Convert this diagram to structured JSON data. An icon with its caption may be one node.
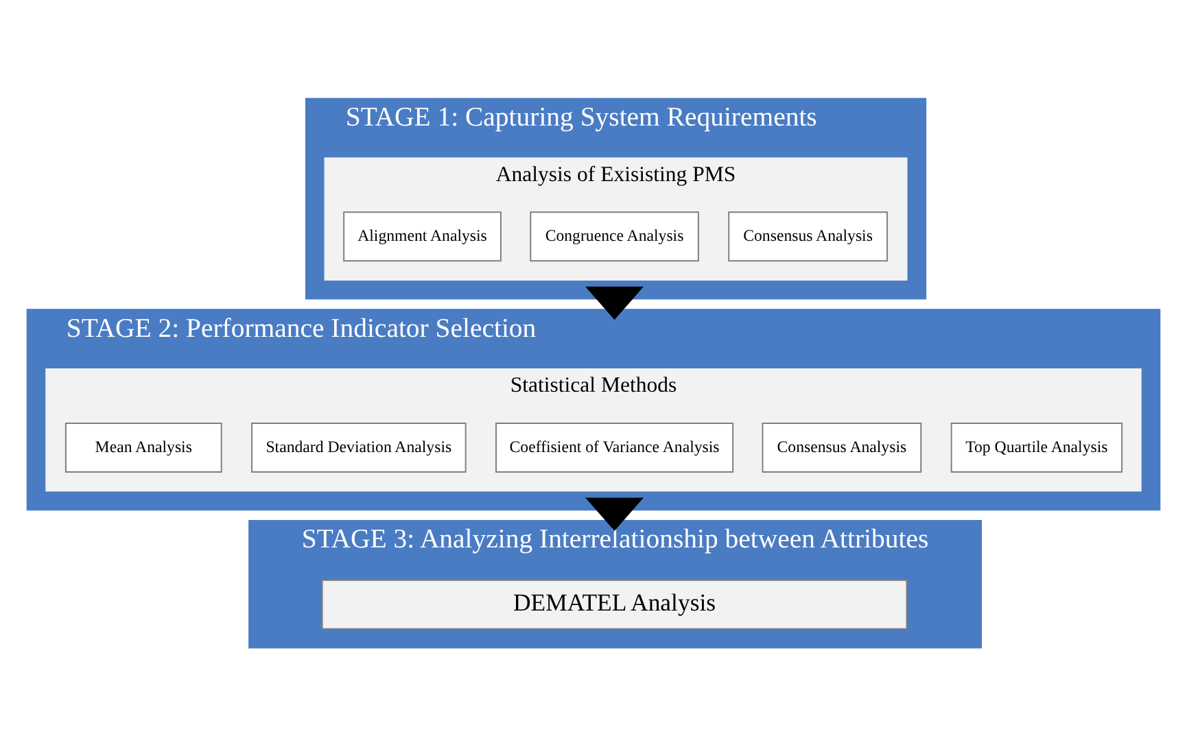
{
  "diagram": {
    "nodes": [
      {
        "text": [
          "STAGE 1: Capturing System Requirements"
        ]
      },
      {
        "text": [
          "Analysis of Exisisting PMS"
        ],
        "in": 0
      },
      {
        "text": [
          "Alignment Analysis"
        ],
        "in": 1
      },
      {
        "text": [
          "Congruence Analysis"
        ],
        "in": 1
      },
      {
        "text": [
          "Consensus Analysis"
        ],
        "in": 1
      },
      {
        "text": [
          "STAGE 2: Performance Indicator Selection"
        ]
      },
      {
        "text": [
          "Statistical Methods"
        ],
        "in": 5
      },
      {
        "text": [
          "Mean Analysis"
        ],
        "in": 6
      },
      {
        "text": [
          "Standard Deviation Analysis"
        ],
        "in": 6
      },
      {
        "text": [
          "Coeffisient of Variance Analysis"
        ],
        "in": 6
      },
      {
        "text": [
          "Consensus Analysis"
        ],
        "in": 6
      },
      {
        "text": [
          "Top Quartile Analysis"
        ],
        "in": 6
      },
      {
        "text": [
          "STAGE 3: Analyzing Interrelationship between Attributes"
        ]
      },
      {
        "text": [
          "DEMATEL Analysis"
        ],
        "in": 12
      }
    ],
    "edges": [
      {
        "from": 0,
        "to": 5,
        "arrow": "to",
        "style": "thick"
      },
      {
        "from": 5,
        "to": 12,
        "arrow": "to",
        "style": "thick"
      }
    ]
  }
}
